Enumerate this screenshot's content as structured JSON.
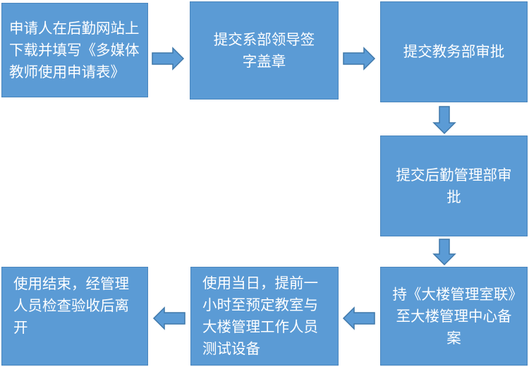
{
  "steps": [
    {
      "text": "申请人在后勤网站上下载并填写《多媒体教师使用申请表》"
    },
    {
      "text": "提交系部领导签字盖章"
    },
    {
      "text": "提交教务部审批"
    },
    {
      "text": "提交后勤管理部审批"
    },
    {
      "text": "持《大楼管理室联》至大楼管理中心备案"
    },
    {
      "text": "使用当日，提前一小时至预定教室与大楼管理工作人员测试设备"
    },
    {
      "text": "使用结束，经管理人员检查验收后离开"
    }
  ],
  "colors": {
    "box_fill": "#5b9bd5",
    "box_border": "#4a86bd",
    "arrow_fill": "#5b9bd5",
    "arrow_stroke": "#3f78aa",
    "text": "#ffffff"
  }
}
